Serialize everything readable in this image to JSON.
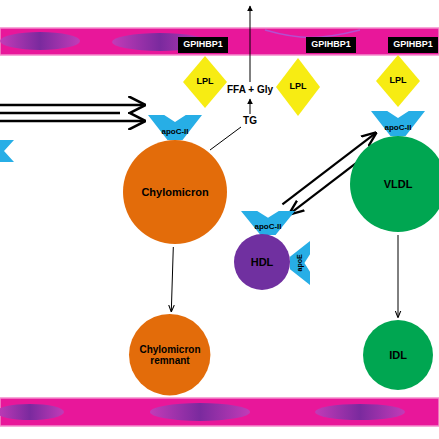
{
  "diagram": {
    "nodes": [
      {
        "text": [
          "GPIHBP1"
        ]
      },
      {
        "text": [
          "GPIHBP1"
        ]
      },
      {
        "text": [
          "GPIHBP1"
        ]
      },
      {
        "text": [
          "LPL"
        ]
      },
      {
        "text": [
          "LPL"
        ]
      },
      {
        "text": [
          "LPL"
        ]
      },
      {
        "text": [
          "apoC-II"
        ]
      },
      {
        "text": [
          "Chylomicron"
        ]
      },
      {
        "text": [
          "apoC-II"
        ]
      },
      {
        "text": [
          "VLDL"
        ]
      },
      {
        "text": [
          "apoC-II"
        ]
      },
      {
        "text": [
          "HDL"
        ]
      },
      {
        "text": [
          "apoE"
        ]
      },
      {
        "text": [
          "Chylomicron remnant"
        ]
      },
      {
        "text": [
          "IDL"
        ]
      }
    ],
    "edges": [
      {
        "from": 7,
        "to": 13,
        "arrow": "to"
      },
      {
        "from": 9,
        "to": 14,
        "arrow": "to"
      },
      {
        "from": 8,
        "to": 10,
        "arrow": "to"
      },
      {
        "from": 10,
        "to": 8,
        "arrow": "to"
      }
    ],
    "labels": [
      "FFA + Gly",
      "TG"
    ]
  }
}
